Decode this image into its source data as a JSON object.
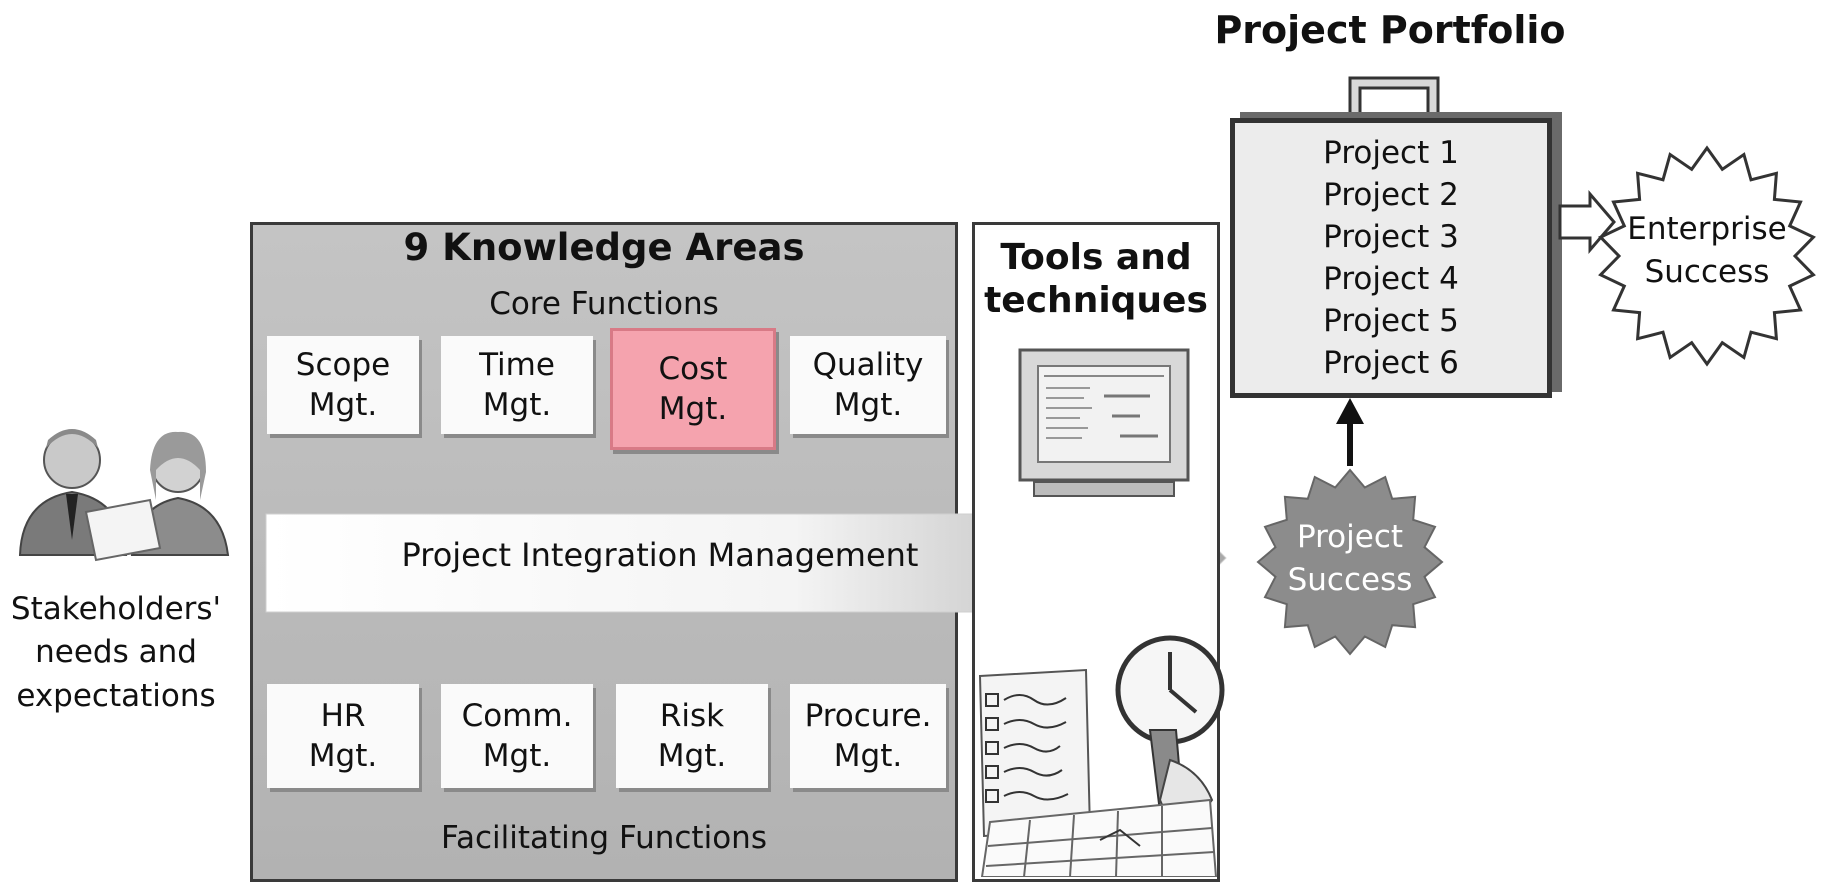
{
  "stakeholders": {
    "label_lines": [
      "Stakeholders'",
      "needs and",
      "expectations"
    ]
  },
  "knowledge_areas": {
    "title": "9 Knowledge Areas",
    "core_label": "Core Functions",
    "facilitating_label": "Facilitating Functions",
    "core": [
      {
        "line1": "Scope",
        "line2": "Mgt."
      },
      {
        "line1": "Time",
        "line2": "Mgt."
      },
      {
        "line1": "Cost",
        "line2": "Mgt."
      },
      {
        "line1": "Quality",
        "line2": "Mgt."
      }
    ],
    "facilitating": [
      {
        "line1": "HR",
        "line2": "Mgt."
      },
      {
        "line1": "Comm.",
        "line2": "Mgt."
      },
      {
        "line1": "Risk",
        "line2": "Mgt."
      },
      {
        "line1": "Procure.",
        "line2": "Mgt."
      }
    ],
    "integration_label": "Project Integration Management",
    "highlight_color": "#f5a3ae"
  },
  "tools": {
    "title_line1": "Tools and",
    "title_line2": "techniques"
  },
  "portfolio": {
    "title": "Project Portfolio",
    "projects": [
      "Project 1",
      "Project 2",
      "Project 3",
      "Project 4",
      "Project 5",
      "Project 6"
    ]
  },
  "project_success": {
    "line1": "Project",
    "line2": "Success"
  },
  "enterprise_success": {
    "line1": "Enterprise",
    "line2": "Success"
  }
}
